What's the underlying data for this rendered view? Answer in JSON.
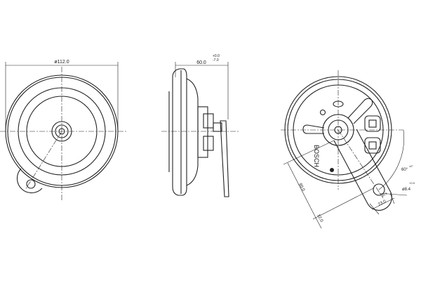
{
  "title": "Horn technical drawing",
  "front_view": {
    "diameter_label": "ø112.0"
  },
  "side_view": {
    "depth_label": "60.0",
    "tol_upper": "+0.0",
    "tol_lower": "-7.0"
  },
  "rear_view": {
    "brand": "BOSCH",
    "angle_label": "60°",
    "angle_tol": "±2°",
    "hole_label": "ø8.4",
    "hole_tol": "+0.5",
    "arm_length_label": "80.0",
    "arm_width_label": "23.0",
    "offset_label": "12.0",
    "small_label": "ø9.5"
  }
}
